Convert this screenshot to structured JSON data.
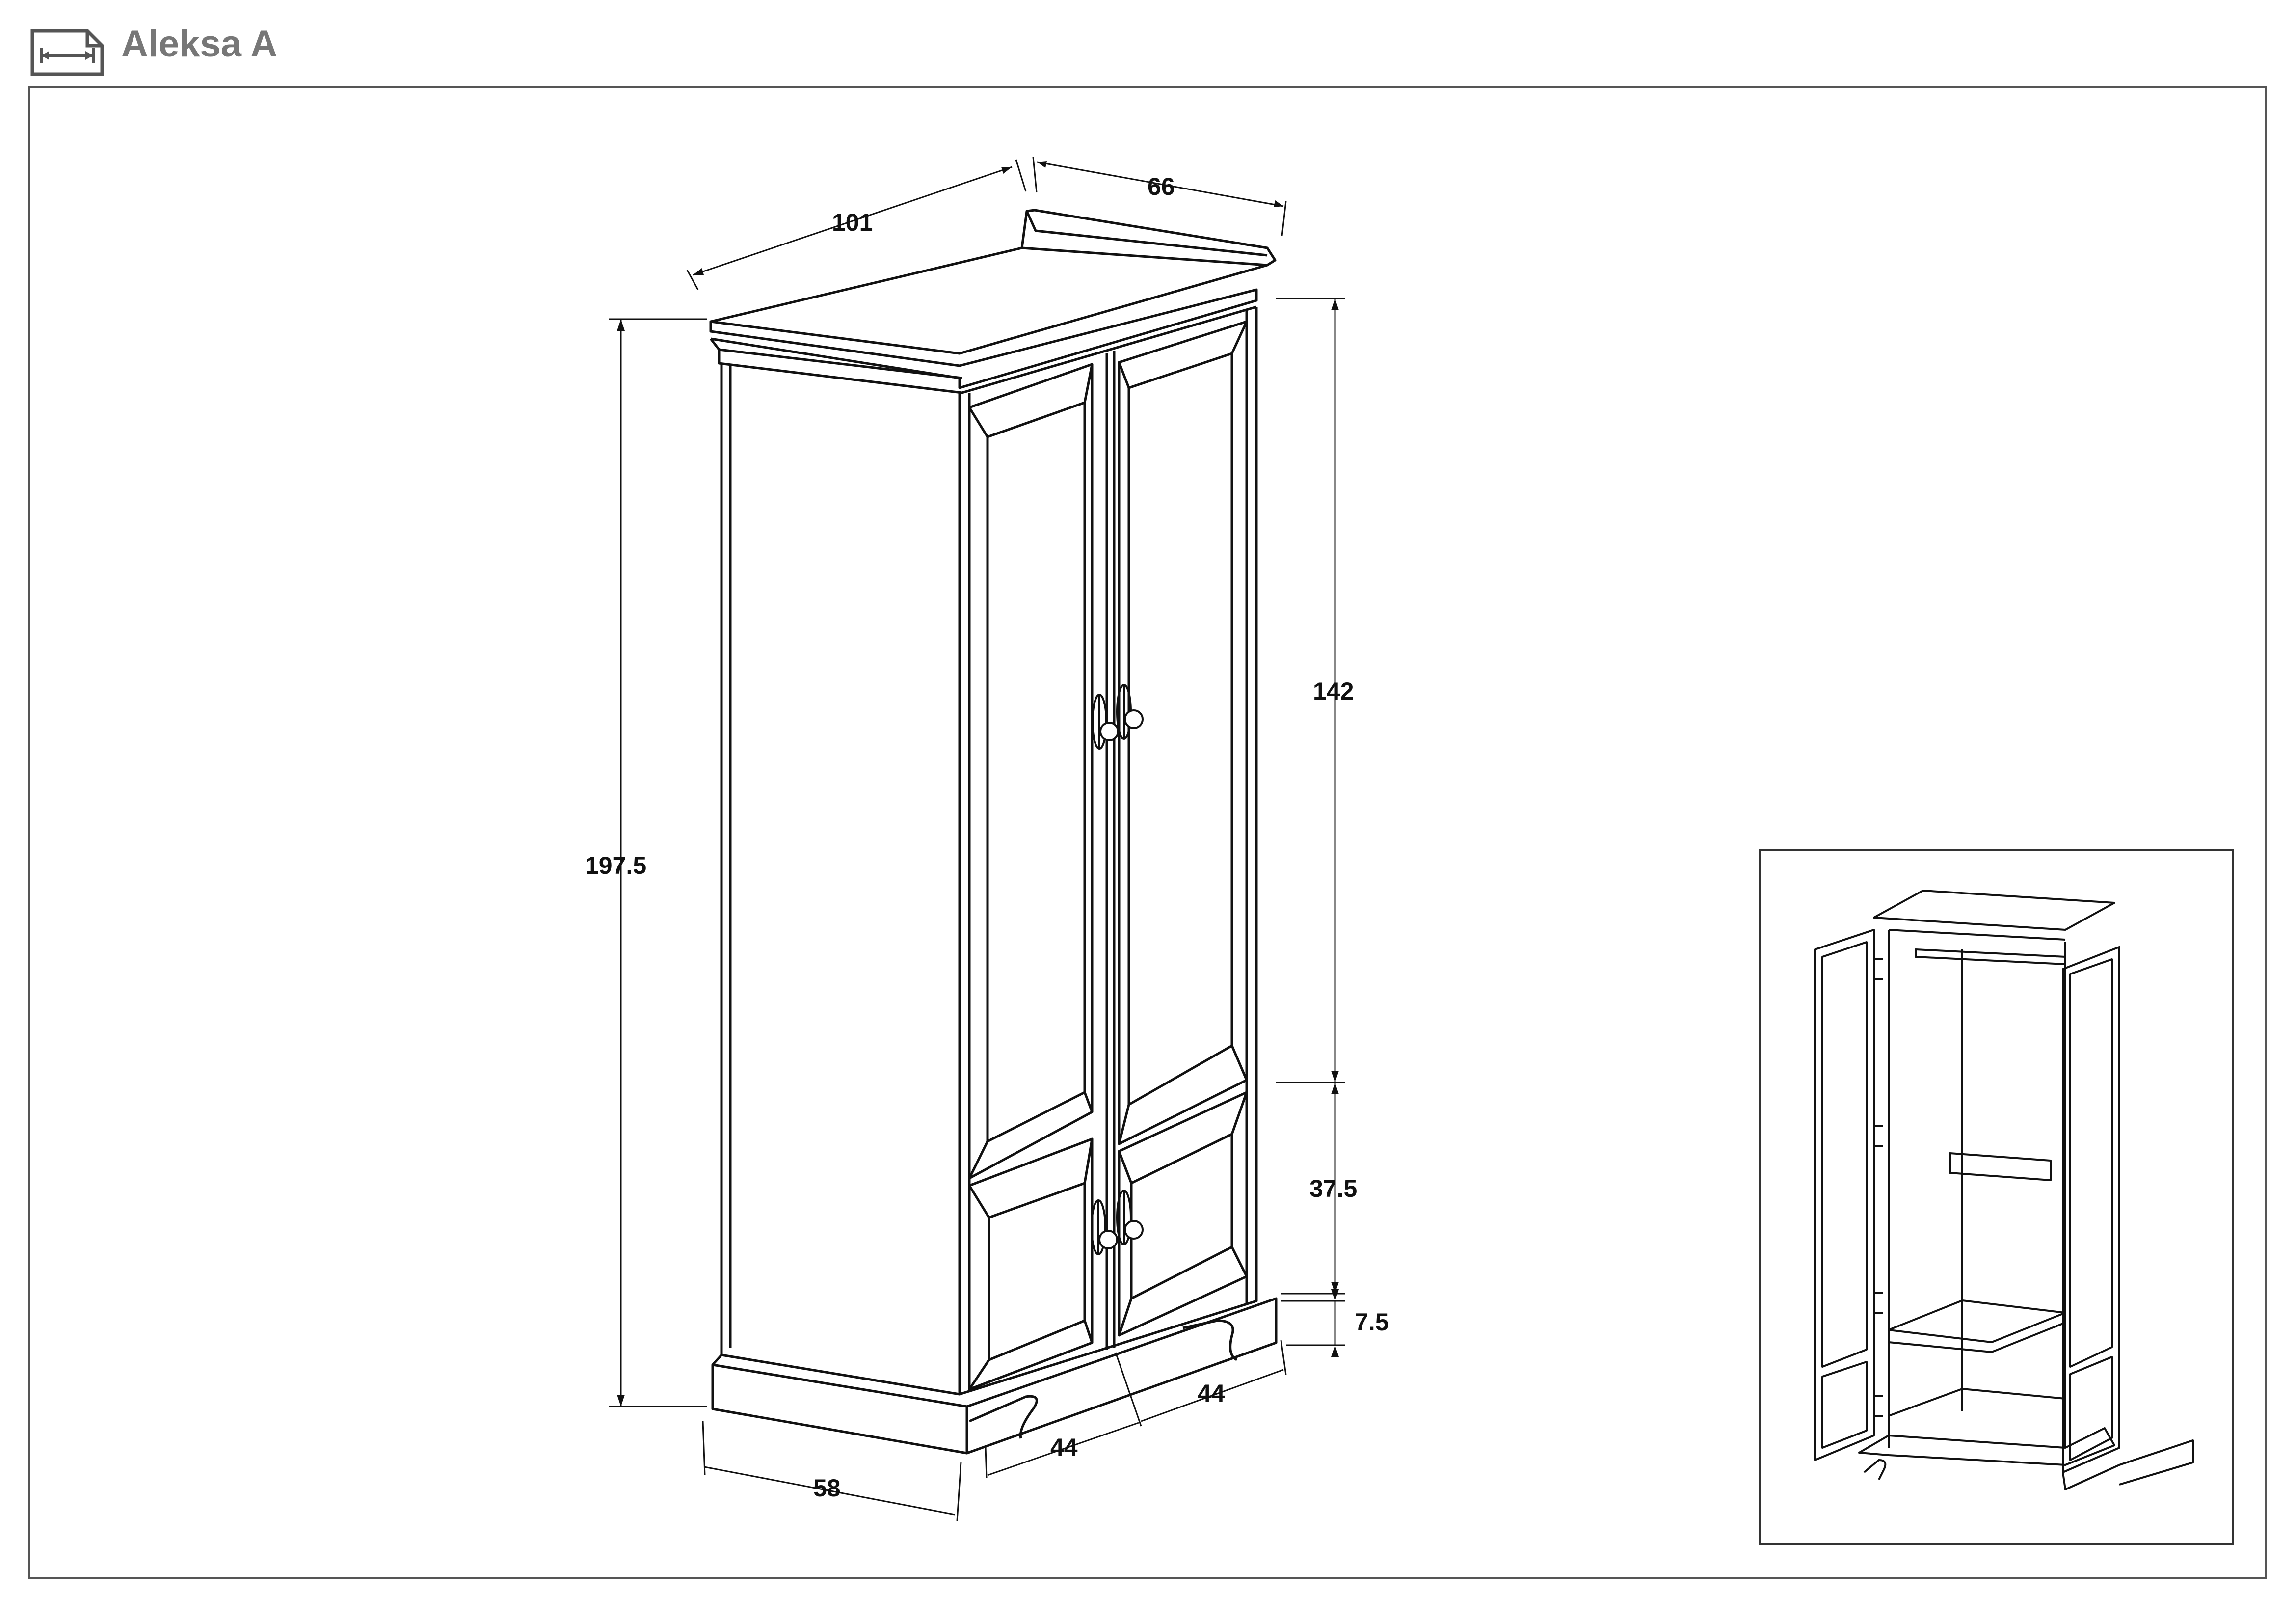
{
  "header": {
    "title": "Aleksa A",
    "icon": "dimension-icon",
    "title_color": "#777777"
  },
  "dimensions": {
    "width": "101",
    "depth_top": "66",
    "height": "197.5",
    "upper_door": "142",
    "lower_door": "37.5",
    "plinth": "7.5",
    "side_depth": "58",
    "door_width_left": "44",
    "door_width_right": "44"
  },
  "inset": {
    "description_icon": "open-wardrobe-icon"
  }
}
